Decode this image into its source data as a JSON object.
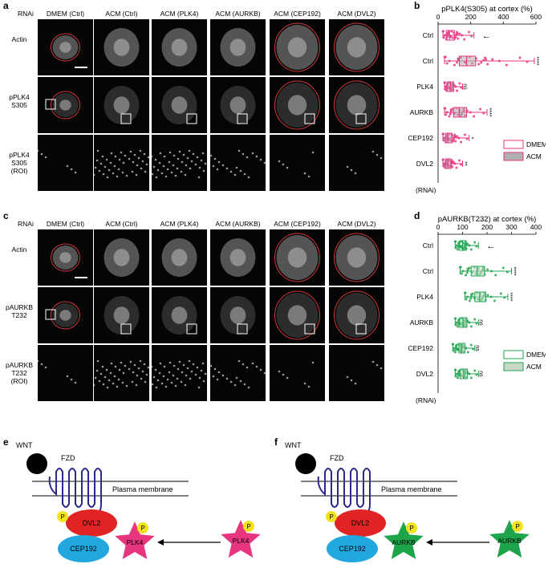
{
  "panel_labels": {
    "a": "a",
    "b": "b",
    "c": "c",
    "d": "d",
    "e": "e",
    "f": "f"
  },
  "panel_a": {
    "rnai_label": "RNAi",
    "columns": [
      "DMEM (Ctrl)",
      "ACM (Ctrl)",
      "ACM (PLK4)",
      "ACM (AURKB)",
      "ACM (CEP192)",
      "ACM (DVL2)"
    ],
    "rows": [
      "Actin",
      "pPLK4\nS305",
      "pPLK4\nS305\n(ROI)"
    ]
  },
  "panel_c": {
    "rnai_label": "RNAi",
    "columns": [
      "DMEM (Ctrl)",
      "ACM (Ctrl)",
      "ACM (PLK4)",
      "ACM (AURKB)",
      "ACM (CEP192)",
      "ACM (DVL2)"
    ],
    "rows": [
      "Actin",
      "pAURKB\nT232",
      "pAURKB\nT232\n(ROI)"
    ]
  },
  "chart_data": [
    {
      "type": "box",
      "title": "pPLK4(S305) at cortex (%)",
      "xlim": [
        0,
        600
      ],
      "xticks": [
        0,
        200,
        400,
        600
      ],
      "y_axis_note": "(RNAi)",
      "categories": [
        "Ctrl",
        "Ctrl",
        "PLK4",
        "AURKB",
        "CEP192",
        "DVL2"
      ],
      "groups": [
        "DMEM",
        "ACM",
        "ACM",
        "ACM",
        "ACM",
        "ACM"
      ],
      "min": [
        30,
        40,
        40,
        40,
        30,
        30
      ],
      "q1": [
        50,
        130,
        55,
        95,
        45,
        45
      ],
      "median": [
        70,
        175,
        75,
        130,
        60,
        60
      ],
      "q3": [
        100,
        230,
        95,
        175,
        85,
        80
      ],
      "max": [
        220,
        590,
        150,
        300,
        190,
        150
      ],
      "significance": [
        "",
        "****",
        "ns",
        "****",
        "*",
        "**"
      ],
      "annotations": [
        "←",
        "",
        "",
        "",
        "",
        ""
      ],
      "legend": [
        "DMEM",
        "ACM"
      ],
      "color": "#e8357f",
      "fill_acm": "#b0b0b0"
    },
    {
      "type": "box",
      "title": "pAURKB(T232) at cortex (%)",
      "xlim": [
        0,
        400
      ],
      "xticks": [
        0,
        100,
        200,
        300,
        400
      ],
      "y_axis_note": "(RNAi)",
      "categories": [
        "Ctrl",
        "Ctrl",
        "PLK4",
        "AURKB",
        "CEP192",
        "DVL2"
      ],
      "groups": [
        "DMEM",
        "ACM",
        "ACM",
        "ACM",
        "ACM",
        "ACM"
      ],
      "min": [
        70,
        90,
        110,
        70,
        60,
        70
      ],
      "q1": [
        88,
        135,
        150,
        88,
        85,
        90
      ],
      "median": [
        100,
        160,
        170,
        102,
        95,
        105
      ],
      "q3": [
        115,
        190,
        195,
        118,
        110,
        120
      ],
      "max": [
        165,
        300,
        285,
        165,
        150,
        165
      ],
      "significance": [
        "",
        "****",
        "****",
        "ns",
        "ns",
        "ns"
      ],
      "annotations": [
        "←",
        "",
        "",
        "",
        "",
        ""
      ],
      "legend": [
        "DMEM",
        "ACM"
      ],
      "color": "#22a651",
      "fill_acm": "#c8d8c8"
    }
  ],
  "diagram_e": {
    "wnt": "WNT",
    "fzd": "FZD",
    "membrane": "Plasma membrane",
    "dvl": "DVL2",
    "cep": "CEP192",
    "kinase": "PLK4",
    "p": "P",
    "kinase_color": "#e8357f"
  },
  "diagram_f": {
    "wnt": "WNT",
    "fzd": "FZD",
    "membrane": "Plasma membrane",
    "dvl": "DVL2",
    "cep": "CEP192",
    "kinase": "AURKB",
    "p": "P",
    "kinase_color": "#1ea54c"
  }
}
